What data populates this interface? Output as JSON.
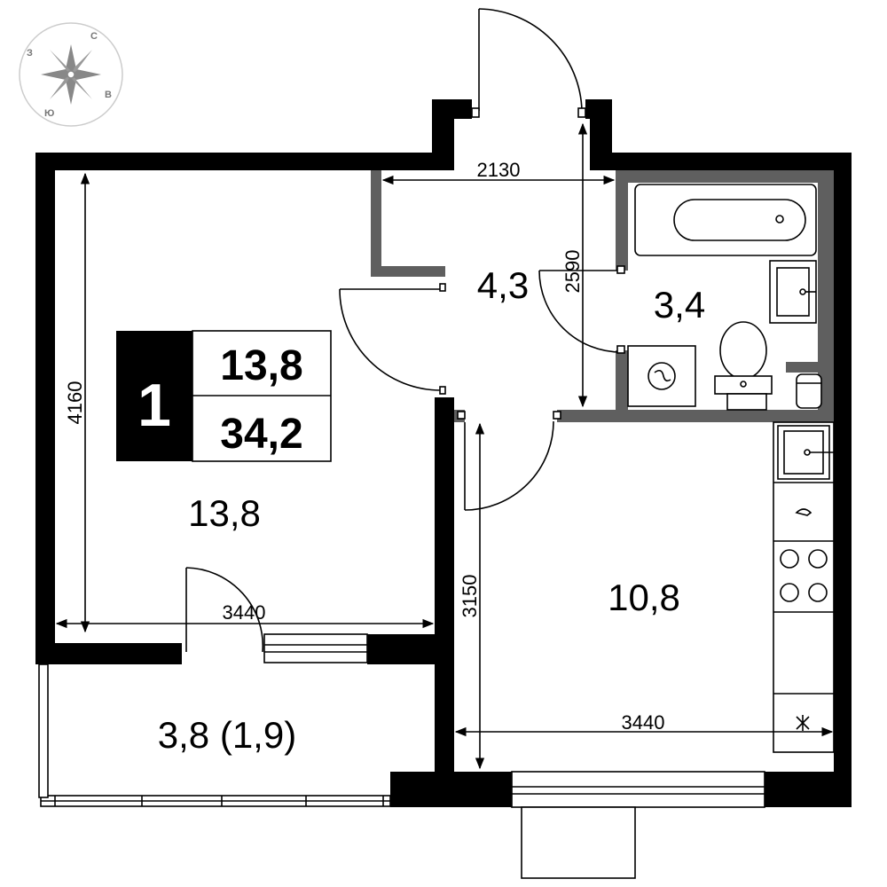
{
  "compass": {
    "n": "С",
    "e": "В",
    "s": "Ю",
    "w": "З"
  },
  "badge": {
    "rooms": "1",
    "living_area": "13,8",
    "total_area": "34,2"
  },
  "rooms": {
    "room": "13,8",
    "hall": "4,3",
    "bath": "3,4",
    "kitchen": "10,8",
    "balcony": "3,8 (1,9)"
  },
  "dimensions": {
    "hall_width": "2130",
    "hall_length": "2590",
    "room_length": "4160",
    "room_width": "3440",
    "kitchen_length": "3150",
    "kitchen_width": "3440"
  }
}
